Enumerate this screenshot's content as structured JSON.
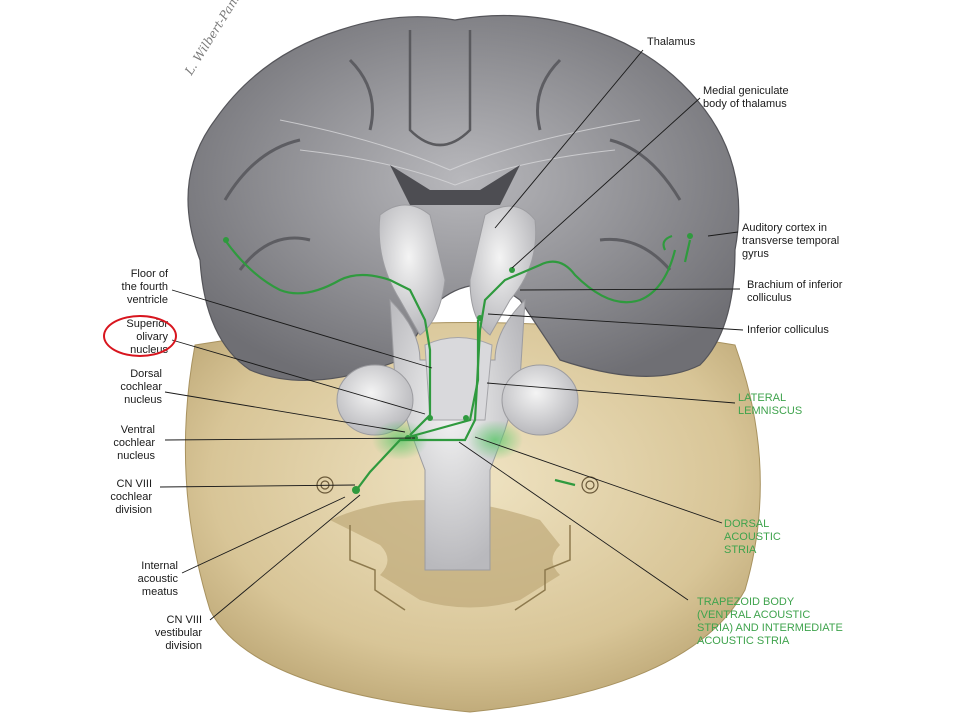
{
  "signature": "L. Wilbert-Pannels",
  "labels_left": {
    "floor_fourth_ventricle": "Floor of\nthe fourth\nventricle",
    "superior_olivary_nucleus": "Superior\nolivary\nnucleus",
    "dorsal_cochlear_nucleus": "Dorsal\ncochlear\nnucleus",
    "ventral_cochlear_nucleus": "Ventral\ncochlear\nnucleus",
    "cn_viii_cochlear": "CN VIII\ncochlear\ndivision",
    "internal_acoustic_meatus": "Internal\nacoustic\nmeatus",
    "cn_viii_vestibular": "CN VIII\nvestibular\ndivision"
  },
  "labels_right": {
    "thalamus": "Thalamus",
    "medial_geniculate": "Medial geniculate\nbody of thalamus",
    "auditory_cortex": "Auditory cortex in\ntransverse temporal\ngyrus",
    "brachium_inferior_colliculus": "Brachium of inferior\ncolliculus",
    "inferior_colliculus": "Inferior colliculus",
    "lateral_lemniscus": "LATERAL\nLEMNISCUS",
    "dorsal_acoustic_stria": "DORSAL\nACOUSTIC\nSTRIA",
    "trapezoid_body": "TRAPEZOID BODY\n(VENTRAL ACOUSTIC\nSTRIA) AND INTERMEDIATE\nACOUSTIC STRIA"
  },
  "colors": {
    "pathway": "#2f9a3e",
    "brain_gray": "#8b8b8f",
    "skull": "#d9c89a",
    "highlight": "#d8151e"
  }
}
